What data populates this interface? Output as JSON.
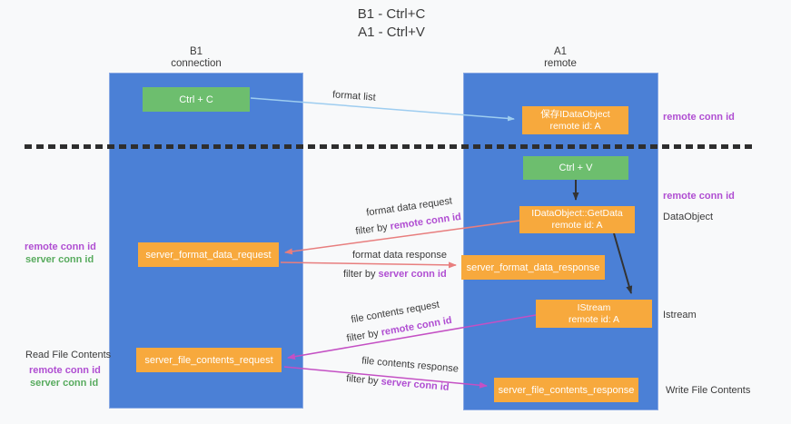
{
  "title": {
    "line1": "B1 - Ctrl+C",
    "line2": "A1 - Ctrl+V"
  },
  "columns": {
    "left": {
      "name": "B1",
      "subtitle": "connection"
    },
    "right": {
      "name": "A1",
      "subtitle": "remote"
    }
  },
  "nodes": {
    "ctrl_c": "Ctrl + C",
    "ctrl_v": "Ctrl + V",
    "save_idataobject": {
      "line1": "保存IDataObject",
      "line2": "remote id: A"
    },
    "getdata": {
      "line1": "IDataObject::GetData",
      "line2": "remote id: A"
    },
    "istream": {
      "line1": "IStream",
      "line2": "remote id: A"
    },
    "server_format_data_request": "server_format_data_request",
    "server_format_data_response": "server_format_data_response",
    "server_file_contents_request": "server_file_contents_request",
    "server_file_contents_response": "server_file_contents_response"
  },
  "flow_labels": {
    "format_list": "format list",
    "format_data_request": "format data request",
    "format_data_response": "format data response",
    "file_contents_request": "file contents request",
    "file_contents_response": "file contents response",
    "filter_by": "filter by ",
    "remote_conn_id": "remote conn id",
    "server_conn_id": "server conn id"
  },
  "side_labels": {
    "left": {
      "remote_conn_id": "remote conn id",
      "server_conn_id": "server conn id",
      "read_file_contents": "Read File Contents"
    },
    "right": {
      "remote_conn_id_top": "remote conn id",
      "remote_conn_id_mid": "remote conn id",
      "dataobject": "DataObject",
      "istream": "Istream",
      "write_file_contents": "Write File Contents"
    }
  },
  "colors": {
    "lane_blue": "#4b80d6",
    "node_green": "#6dbe6e",
    "node_orange": "#f7a93d",
    "arrow_light_blue": "#9ecdf0",
    "arrow_black": "#333333",
    "arrow_salmon": "#e87e7e",
    "arrow_magenta": "#c450c4",
    "text_purple": "#b04ed2",
    "text_green": "#58ab5e"
  }
}
